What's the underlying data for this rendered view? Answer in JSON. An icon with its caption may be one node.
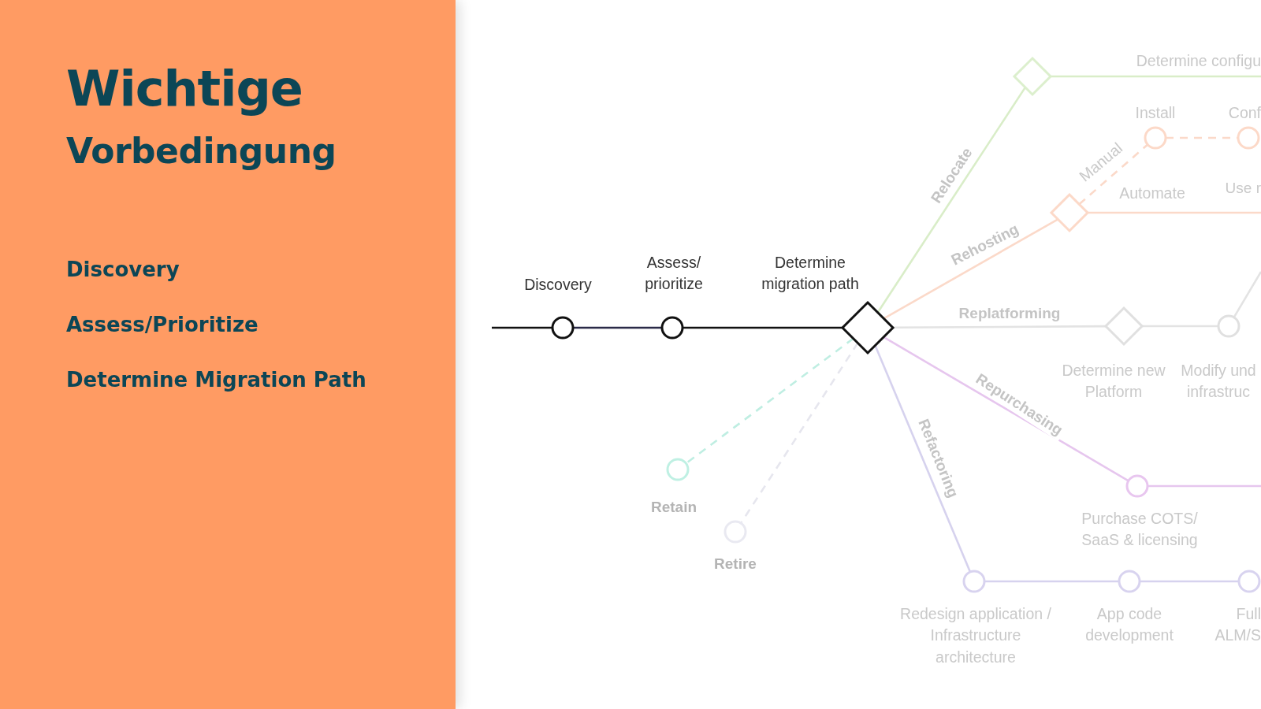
{
  "diagram": {
    "title": "Wichtige",
    "nodes": [
      {
        "text": [],
        "shape": "circle",
        "beside": [
          "Discovery"
        ]
      },
      {
        "text": [],
        "shape": "circle",
        "beside": [
          "Assess/ prioritize"
        ]
      },
      {
        "text": [],
        "shape": "diamond",
        "beside": [
          "Determine migration path"
        ]
      },
      {
        "text": [],
        "shape": "diamond"
      },
      {
        "text": [],
        "shape": "diamond"
      },
      {
        "text": [],
        "shape": "circle",
        "beside": [
          "Install"
        ]
      },
      {
        "text": [],
        "shape": "circle",
        "beside": [
          "Conf"
        ]
      },
      {
        "text": [],
        "shape": "diamond",
        "beside": [
          "Determine new Platform"
        ]
      },
      {
        "text": [],
        "shape": "circle",
        "beside": [
          "Modify und infrastruc"
        ]
      },
      {
        "text": [],
        "shape": "circle",
        "beside": [
          "Purchase COTS/ SaaS & licensing"
        ]
      },
      {
        "text": [],
        "shape": "circle",
        "beside": [
          "Retain"
        ]
      },
      {
        "text": [],
        "shape": "circle",
        "beside": [
          "Retire"
        ]
      },
      {
        "text": [],
        "shape": "circle",
        "beside": [
          "Redesign application / Infrastructure architecture"
        ]
      },
      {
        "text": [],
        "shape": "circle",
        "beside": [
          "App code development"
        ]
      },
      {
        "text": [],
        "shape": "circle",
        "beside": [
          "Full ALM/S"
        ]
      }
    ],
    "edges": [
      {
        "from": null,
        "to": 0,
        "arrow": "none",
        "color": "#111111"
      },
      {
        "from": 0,
        "to": 1,
        "arrow": "none",
        "color": "#2a2a48"
      },
      {
        "from": 1,
        "to": 2,
        "arrow": "none",
        "color": "#111111"
      },
      {
        "from": 2,
        "to": 3,
        "arrow": "none",
        "label": "Relocate",
        "color": "#d9edc8"
      },
      {
        "from": 3,
        "to": null,
        "arrow": "none",
        "label": "Determine configu",
        "color": "#d9edc8"
      },
      {
        "from": 2,
        "to": 4,
        "arrow": "none",
        "label": "Rehosting",
        "color": "#fbd9c9"
      },
      {
        "from": 4,
        "to": 5,
        "arrow": "none",
        "label": "Manual",
        "style": "dashed",
        "color": "#fbd9c9"
      },
      {
        "from": 5,
        "to": 6,
        "arrow": "none",
        "style": "dashed",
        "color": "#fbd9c9"
      },
      {
        "from": 4,
        "to": null,
        "arrow": "none",
        "label": "Automate",
        "color": "#fbd9c9"
      },
      {
        "from": 2,
        "to": 7,
        "arrow": "none",
        "label": "Replatforming",
        "color": "#e3e3e3"
      },
      {
        "from": 7,
        "to": 8,
        "arrow": "none",
        "color": "#e3e3e3"
      },
      {
        "from": 8,
        "to": null,
        "arrow": "none",
        "color": "#e3e3e3"
      },
      {
        "from": 2,
        "to": 9,
        "arrow": "none",
        "label": "Repurchasing",
        "color": "#e6c6ee"
      },
      {
        "from": 9,
        "to": null,
        "arrow": "none",
        "color": "#e6c6ee"
      },
      {
        "from": 2,
        "to": 10,
        "arrow": "none",
        "style": "dashed",
        "color": "#bfeee2"
      },
      {
        "from": 2,
        "to": 11,
        "arrow": "none",
        "style": "dashed",
        "color": "#e6e6ee"
      },
      {
        "from": 2,
        "to": 12,
        "arrow": "none",
        "label": "Refactoring",
        "color": "#d6d2ee"
      },
      {
        "from": 12,
        "to": 13,
        "arrow": "none",
        "color": "#d6d2ee"
      },
      {
        "from": 13,
        "to": 14,
        "arrow": "none",
        "color": "#d6d2ee"
      }
    ],
    "labels": [
      "Vorbedingung",
      "Discovery",
      "Assess/Prioritize",
      "Determine Migration Path",
      "Use r"
    ]
  }
}
